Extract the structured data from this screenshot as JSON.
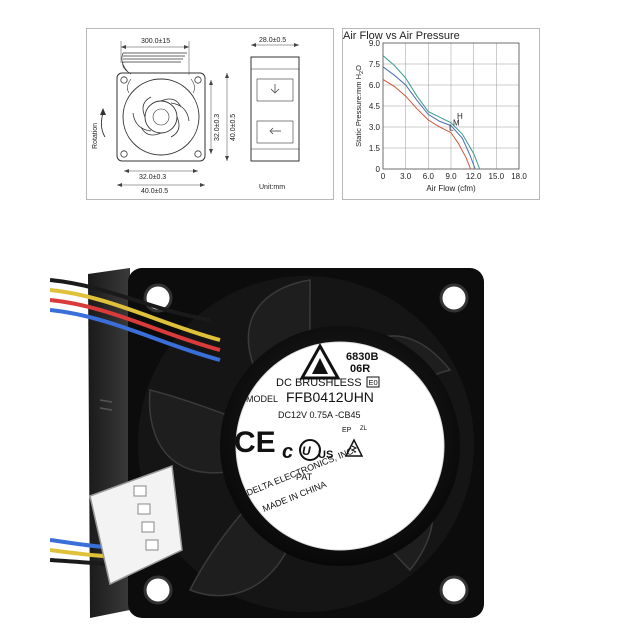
{
  "drawing": {
    "dim_cable": "300.0±15",
    "dim_depth": "28.0±0.5",
    "dim_hole_v": "32.0±0.3",
    "dim_size_v": "40.0±0.5",
    "dim_hole_h": "32.0±0.3",
    "dim_size_h": "40.0±0.5",
    "rotation": "Rotation",
    "unit": "Unit:mm"
  },
  "chart_data": {
    "type": "line",
    "title": "Air Flow vs Air Pressure",
    "xlabel": "Air Flow (cfm)",
    "ylabel": "Static Pressure:mm H2O",
    "ylabel_main": "Static Pressure:mm H",
    "ylabel_sub": "2",
    "ylabel_end": "O",
    "xlim": [
      0,
      18.0
    ],
    "ylim": [
      0,
      9.0
    ],
    "xticks": [
      "0",
      "3.0",
      "6.0",
      "9.0",
      "12.0",
      "15.0",
      "18.0"
    ],
    "yticks": [
      "0",
      "1.5",
      "3.0",
      "4.5",
      "6.0",
      "7.5",
      "9.0"
    ],
    "grid": true,
    "series": [
      {
        "name": "H",
        "color": "#3a9a8c",
        "x": [
          0,
          1.5,
          3.0,
          4.5,
          6.0,
          7.5,
          9.0,
          10.5,
          12.0,
          12.8
        ],
        "y": [
          8.1,
          7.4,
          6.5,
          5.2,
          4.1,
          3.7,
          3.3,
          2.5,
          1.1,
          0
        ]
      },
      {
        "name": "M",
        "color": "#4a6fb0",
        "x": [
          0,
          1.5,
          3.0,
          4.5,
          6.0,
          7.5,
          9.0,
          10.5,
          11.5,
          12.2
        ],
        "y": [
          7.3,
          6.7,
          6.0,
          4.9,
          3.9,
          3.4,
          3.1,
          2.2,
          1.0,
          0
        ]
      },
      {
        "name": "L",
        "color": "#d0563a",
        "x": [
          0,
          1.5,
          3.0,
          4.5,
          6.0,
          7.5,
          9.0,
          10.0,
          11.0,
          11.6
        ],
        "y": [
          6.4,
          5.9,
          5.2,
          4.3,
          3.5,
          3.0,
          2.6,
          1.8,
          0.8,
          0
        ]
      }
    ]
  },
  "label": {
    "lot1": "6830B",
    "lot2": "06R",
    "type": "DC BRUSHLESS",
    "type_badge": "E0",
    "model_label": "MODEL",
    "model": "FFB0412UHN",
    "rating": "DC12V 0.75A -CB45",
    "ce": "CE",
    "ep": "EP",
    "ul": "US",
    "pat": "PAT",
    "maker": "DELTA ELECTRONICS, INC.",
    "origin": "MADE IN CHINA",
    "zl": "ZL"
  }
}
